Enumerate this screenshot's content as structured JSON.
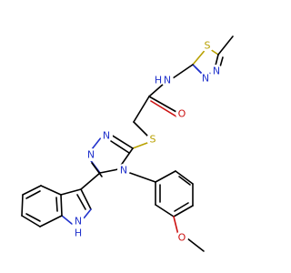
{
  "colors": {
    "background": "#ffffff",
    "bond": "#000000",
    "N": "#2233cc",
    "S": "#b8a000",
    "O": "#cc1111"
  },
  "atom_labels": [
    {
      "id": "S_thiadiazole",
      "text": "S",
      "color": "#b8a000"
    },
    {
      "id": "N_thiadiazole_1",
      "text": "N",
      "color": "#2233cc"
    },
    {
      "id": "N_thiadiazole_2",
      "text": "N",
      "color": "#2233cc"
    },
    {
      "id": "N_amide",
      "text": "N",
      "color": "#2233cc"
    },
    {
      "id": "H_amide",
      "text": "H",
      "color": "#2233cc"
    },
    {
      "id": "O_carbonyl",
      "text": "O",
      "color": "#cc1111"
    },
    {
      "id": "S_thioether",
      "text": "S",
      "color": "#b8a000"
    },
    {
      "id": "N_triazole_1",
      "text": "N",
      "color": "#2233cc"
    },
    {
      "id": "N_triazole_2",
      "text": "N",
      "color": "#2233cc"
    },
    {
      "id": "N_triazole_4",
      "text": "N",
      "color": "#2233cc"
    },
    {
      "id": "N_indole",
      "text": "N",
      "color": "#2233cc"
    },
    {
      "id": "H_indole",
      "text": "H",
      "color": "#2233cc"
    },
    {
      "id": "O_methoxy",
      "text": "O",
      "color": "#cc1111"
    }
  ]
}
